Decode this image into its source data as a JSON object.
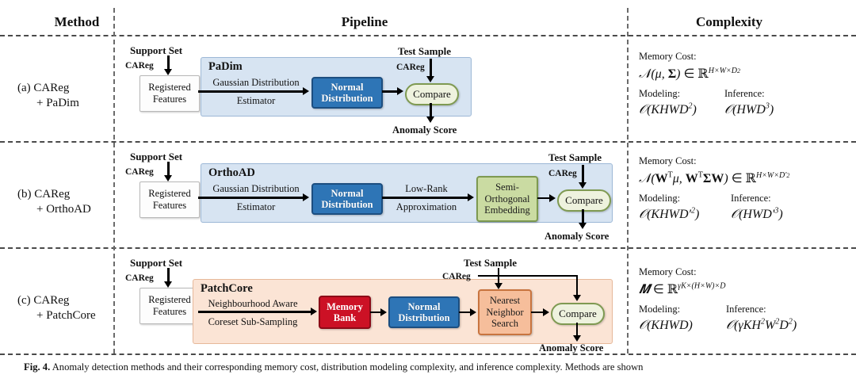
{
  "header": {
    "method": "Method",
    "pipeline": "Pipeline",
    "complexity": "Complexity"
  },
  "common": {
    "support_set": "Support Set",
    "careg": "CAReg",
    "registered": "Registered",
    "features": "Features",
    "test_sample": "Test Sample",
    "anomaly_score": "Anomaly Score",
    "compare": "Compare",
    "memory_cost": "Memory Cost:",
    "modeling": "Modeling:",
    "inference": "Inference:"
  },
  "rows": [
    {
      "id": "a",
      "method_line1": "(a)  CAReg",
      "method_line2": "+ PaDim",
      "panel_title": "PaDim",
      "panel_color": "#d7e4f2",
      "estimator_line1": "Gaussian Distribution",
      "estimator_line2": "Estimator",
      "normal_dist_line1": "Normal",
      "normal_dist_line2": "Distribution",
      "complexity": {
        "memory_math": "N(μ, Σ) ∈ R^{H×W×D²}",
        "modeling_math": "O(KHWD²)",
        "inference_math": "O(HWD³)"
      }
    },
    {
      "id": "b",
      "method_line1": "(b)  CAReg",
      "method_line2": "+ OrthoAD",
      "panel_title": "OrthoAD",
      "panel_color": "#d7e4f2",
      "estimator_line1": "Gaussian Distribution",
      "estimator_line2": "Estimator",
      "normal_dist_line1": "Normal",
      "normal_dist_line2": "Distribution",
      "lowrank_line1": "Low-Rank",
      "lowrank_line2": "Approximation",
      "embed_line1": "Semi-",
      "embed_line2": "Orthogonal",
      "embed_line3": "Embedding",
      "complexity": {
        "memory_math": "N(Wᵀμ, WᵀΣW) ∈ R^{H×W×D′²}",
        "modeling_math": "O(KHWD′²)",
        "inference_math": "O(HWD′³)"
      }
    },
    {
      "id": "c",
      "method_line1": "(c)  CAReg",
      "method_line2": "+ PatchCore",
      "panel_title": "PatchCore",
      "panel_color": "#fbe4d5",
      "neigh_line1": "Neighbourhood Aware",
      "neigh_line2": "Coreset Sub-Sampling",
      "memory_bank_line1": "Memory",
      "memory_bank_line2": "Bank",
      "normal_dist_line1": "Normal",
      "normal_dist_line2": "Distribution",
      "nn_line1": "Nearest",
      "nn_line2": "Neighbor",
      "nn_line3": "Search",
      "complexity": {
        "memory_math": "M ∈ R^{γK×(H×W)×D}",
        "modeling_math": "O(KHWD)",
        "inference_math": "O(γKH²W²D²)"
      }
    }
  ],
  "caption": {
    "tag": "Fig. 4.",
    "text": "Anomaly detection methods and their corresponding memory cost, distribution modeling complexity, and inference complexity. Methods are shown"
  },
  "colors": {
    "panel_blue": "#d7e4f2",
    "panel_peach": "#fbe4d5",
    "normal_distribution": "#2e75b6",
    "memory_bank": "#cc1125",
    "semi_orthogonal": "#cadba2",
    "nearest_neighbor": "#f6be9b",
    "compare": "#eef2de"
  }
}
